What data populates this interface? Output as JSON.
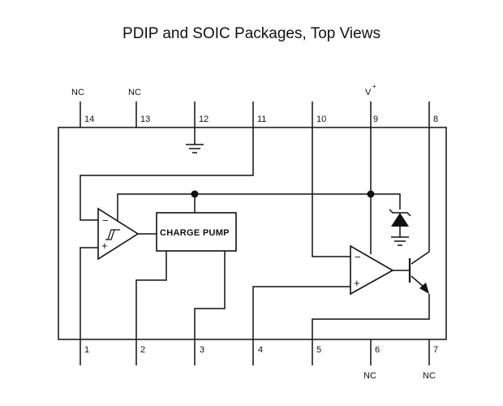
{
  "title": "PDIP and SOIC Packages, Top Views",
  "blocks": {
    "charge_pump": "CHARGE PUMP",
    "minus_sign": "−",
    "plus_sign": "+"
  },
  "pins": {
    "top": [
      {
        "number": "14",
        "label": "NC"
      },
      {
        "number": "13",
        "label": "NC"
      },
      {
        "number": "12",
        "label": ""
      },
      {
        "number": "11",
        "label": ""
      },
      {
        "number": "10",
        "label": ""
      },
      {
        "number": "9",
        "label": "V"
      },
      {
        "number": "8",
        "label": ""
      }
    ],
    "bottom": [
      {
        "number": "1",
        "label": ""
      },
      {
        "number": "2",
        "label": ""
      },
      {
        "number": "3",
        "label": ""
      },
      {
        "number": "4",
        "label": ""
      },
      {
        "number": "5",
        "label": ""
      },
      {
        "number": "6",
        "label": "NC"
      },
      {
        "number": "7",
        "label": "NC"
      }
    ],
    "supply_superscript": "+"
  }
}
